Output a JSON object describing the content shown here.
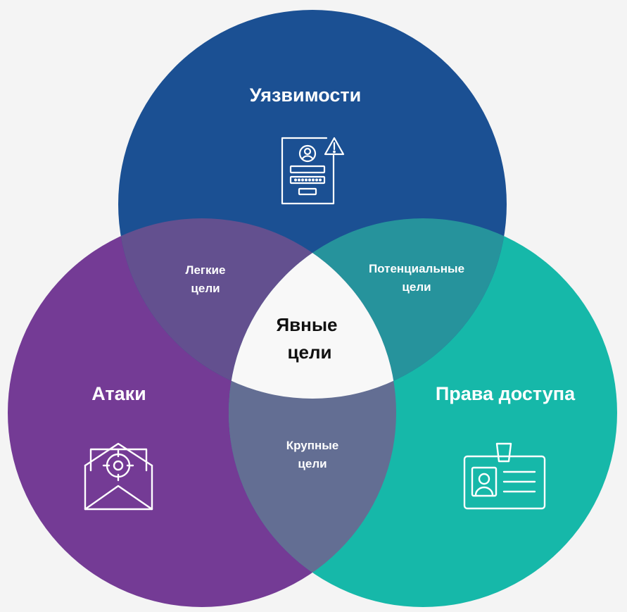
{
  "diagram": {
    "sets": {
      "vulnerabilities": {
        "title": "Уязвимости",
        "color": "#1b5093",
        "icon": "profile-form-warning-icon"
      },
      "attacks": {
        "title": "Атаки",
        "color": "#743b95",
        "icon": "envelope-target-icon"
      },
      "access_rights": {
        "title": "Права доступа",
        "color": "#16b8a9",
        "icon": "id-badge-icon"
      }
    },
    "intersections": {
      "vuln_attacks": {
        "line1": "Легкие",
        "line2": "цели",
        "color": "#63508f"
      },
      "vuln_access": {
        "line1": "Потенциальные",
        "line2": "цели",
        "color": "#26939c"
      },
      "attacks_access": {
        "line1": "Крупные",
        "line2": "цели",
        "color": "#636e93"
      },
      "center": {
        "line1": "Явные",
        "line2": "цели",
        "color": "#f8f8f8"
      }
    }
  }
}
